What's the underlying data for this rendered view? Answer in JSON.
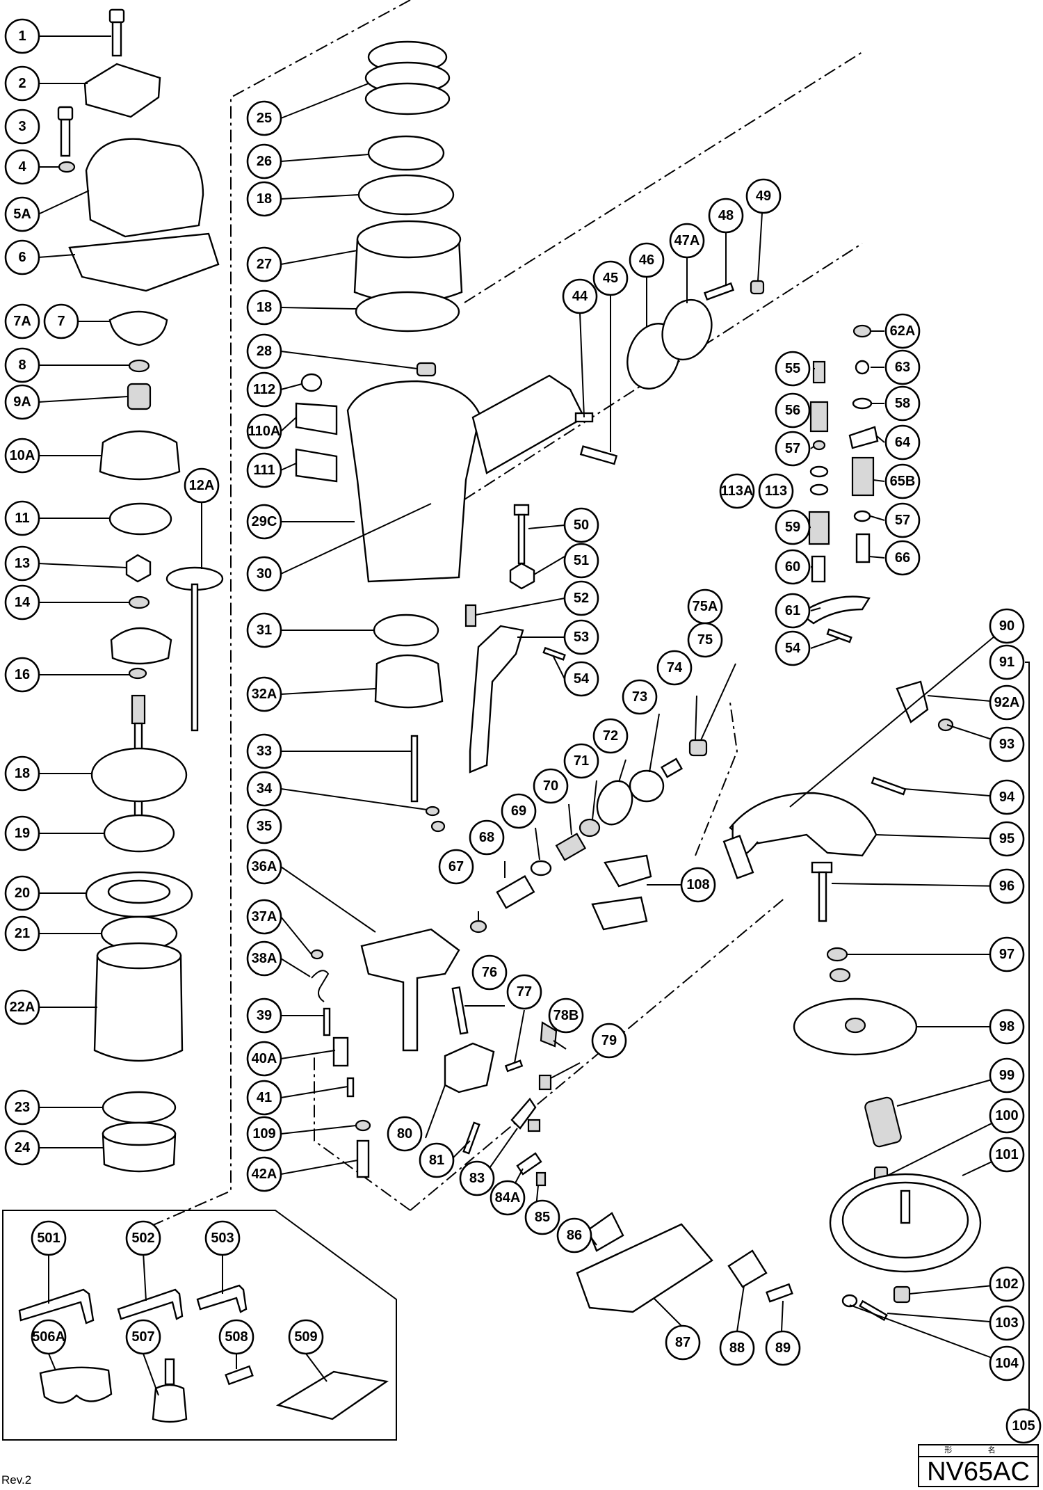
{
  "model": "NV65AC",
  "model_header": "形 名",
  "revision": "Rev.2",
  "callouts": {
    "c1": "1",
    "c2": "2",
    "c3": "3",
    "c4": "4",
    "c5A": "5A",
    "c6": "6",
    "c7A": "7A",
    "c7": "7",
    "c8": "8",
    "c9A": "9A",
    "c10A": "10A",
    "c11": "11",
    "c12A": "12A",
    "c13": "13",
    "c14": "14",
    "c16": "16",
    "c18a": "18",
    "c19": "19",
    "c20": "20",
    "c21": "21",
    "c22A": "22A",
    "c23": "23",
    "c24": "24",
    "c25": "25",
    "c26": "26",
    "c18b": "18",
    "c27": "27",
    "c18c": "18",
    "c28": "28",
    "c112": "112",
    "c110A": "110A",
    "c111": "111",
    "c29C": "29C",
    "c30": "30",
    "c31": "31",
    "c32A": "32A",
    "c33": "33",
    "c34": "34",
    "c35": "35",
    "c36A": "36A",
    "c37A": "37A",
    "c38A": "38A",
    "c39": "39",
    "c40A": "40A",
    "c41": "41",
    "c109": "109",
    "c42A": "42A",
    "c44": "44",
    "c45": "45",
    "c46": "46",
    "c47A": "47A",
    "c48": "48",
    "c49": "49",
    "c50": "50",
    "c51": "51",
    "c52": "52",
    "c53": "53",
    "c54a": "54",
    "c55": "55",
    "c56": "56",
    "c57a": "57",
    "c113A": "113A",
    "c113": "113",
    "c59": "59",
    "c60": "60",
    "c61": "61",
    "c54b": "54",
    "c62A": "62A",
    "c63": "63",
    "c58": "58",
    "c64": "64",
    "c65B": "65B",
    "c57b": "57",
    "c66": "66",
    "c67": "67",
    "c68": "68",
    "c69": "69",
    "c70": "70",
    "c71": "71",
    "c72": "72",
    "c73": "73",
    "c74": "74",
    "c75A": "75A",
    "c75": "75",
    "c76": "76",
    "c77": "77",
    "c78B": "78B",
    "c79": "79",
    "c80": "80",
    "c81": "81",
    "c83": "83",
    "c84A": "84A",
    "c85": "85",
    "c86": "86",
    "c87": "87",
    "c88": "88",
    "c89": "89",
    "c90": "90",
    "c91": "91",
    "c92A": "92A",
    "c93": "93",
    "c94": "94",
    "c95": "95",
    "c96": "96",
    "c97": "97",
    "c98": "98",
    "c99": "99",
    "c100": "100",
    "c101": "101",
    "c102": "102",
    "c103": "103",
    "c104": "104",
    "c105": "105",
    "c108": "108",
    "c501": "501",
    "c502": "502",
    "c503": "503",
    "c506A": "506A",
    "c507": "507",
    "c508": "508",
    "c509": "509"
  }
}
